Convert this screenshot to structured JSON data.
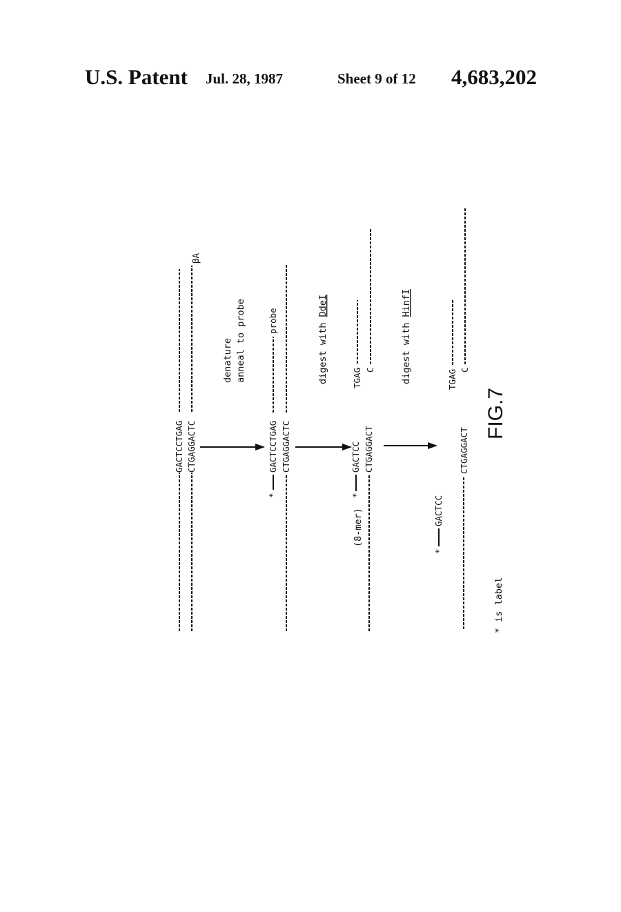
{
  "header": {
    "title": "U.S. Patent",
    "date": "Jul. 28, 1987",
    "sheet": "Sheet 9 of 12",
    "number": "4,683,202"
  },
  "figure": {
    "name": "FIG.7",
    "stage1": {
      "top_seq": "GACTCCTGAG",
      "bottom_seq": "CTGAGGACTC",
      "allele": "βA"
    },
    "step1": {
      "line1": "denature",
      "line2": "anneal to probe"
    },
    "stage2": {
      "star": "*",
      "top_seq": "GACTCCTGAG",
      "bottom_seq": "CTGAGGACTC",
      "probe_label": "probe"
    },
    "step2": {
      "prefix": "digest with ",
      "enzyme": "DdeI"
    },
    "stage3": {
      "mer_label": "(8-mer)",
      "star": "*",
      "top_seq": "GACTCC",
      "bottom_seq": "CTGAGGACT",
      "frag_top": "TGAG",
      "frag_bottom": "C"
    },
    "step3": {
      "prefix": "digest with ",
      "enzyme": "HinfI"
    },
    "stage4": {
      "star": "*",
      "label_seq": "GACTCC",
      "bottom_seq": "CTGAGGACT",
      "frag_top": "TGAG",
      "frag_bottom": "C"
    },
    "legend": "* is label"
  },
  "colors": {
    "ink": "#111111",
    "paper": "#ffffff"
  }
}
